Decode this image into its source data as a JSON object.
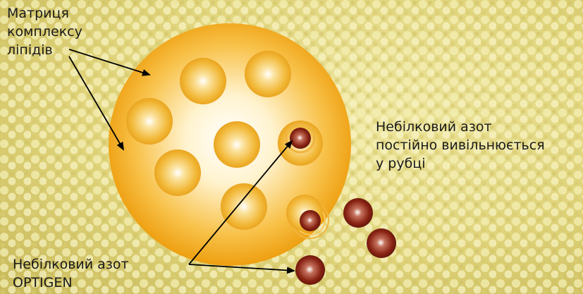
{
  "labels": {
    "lipid_matrix": [
      "Матриця",
      "комплексу",
      "ліпідів"
    ],
    "released_nitrogen": [
      "Небілковий азот",
      "постійно вивільнюється",
      "у рубці"
    ],
    "optigen_nitrogen": [
      "Небілковий азот",
      "OPTIGEN"
    ]
  },
  "colors": {
    "background": "#e6dc84",
    "matrix_sphere": "#f3ad1c",
    "encapsulated_bead": "#f2b93a",
    "nitrogen_granule": "#8a2414",
    "text": "#1a1a1a"
  }
}
